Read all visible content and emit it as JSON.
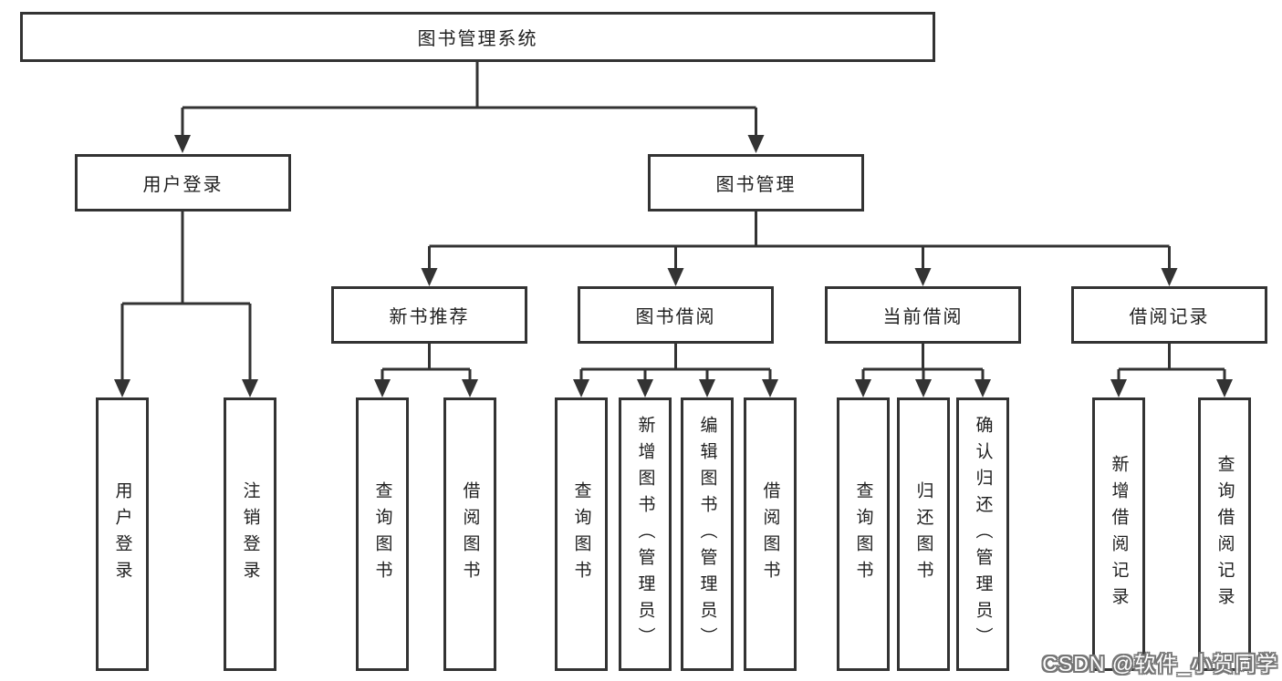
{
  "diagram": {
    "root": {
      "label": "图书管理系统"
    },
    "level2": [
      {
        "id": "user-login",
        "label": "用户登录"
      },
      {
        "id": "book-management",
        "label": "图书管理"
      }
    ],
    "level3": [
      {
        "id": "new-book-recommend",
        "label": "新书推荐"
      },
      {
        "id": "book-borrow",
        "label": "图书借阅"
      },
      {
        "id": "current-borrow",
        "label": "当前借阅"
      },
      {
        "id": "borrow-records",
        "label": "借阅记录"
      }
    ],
    "leaves": {
      "user_login": [
        "用户登录",
        "注销登录"
      ],
      "new_book_recommend": [
        "查询图书",
        "借阅图书"
      ],
      "book_borrow": [
        "查询图书",
        "新增图书（管理员）",
        "编辑图书（管理员）",
        "借阅图书"
      ],
      "current_borrow": [
        "查询图书",
        "归还图书",
        "确认归还（管理员）"
      ],
      "borrow_records": [
        "新增借阅记录",
        "查询借阅记录"
      ]
    }
  },
  "watermark": {
    "text": "CSDN @软件_小贺同学"
  },
  "colors": {
    "line": "#333333",
    "box_border": "#333333",
    "text": "#1f1f1f",
    "background": "#ffffff",
    "watermark_fill": "#ffffff",
    "watermark_outline": "#757575"
  }
}
